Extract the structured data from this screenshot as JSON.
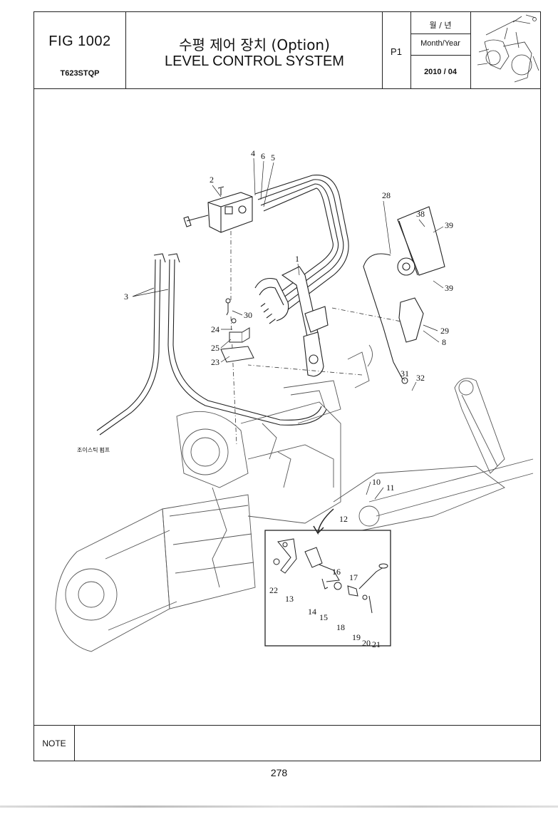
{
  "header": {
    "fig": "FIG 1002",
    "model": "T623STQP",
    "title_ko": "수평 제어 장치 (Option)",
    "title_en": "LEVEL CONTROL SYSTEM",
    "page": "P1",
    "month_year_ko": "월 / 년",
    "month_year_en": "Month/Year",
    "date": "2010 / 04"
  },
  "drawing": {
    "callouts": [
      "1",
      "2",
      "3",
      "4",
      "5",
      "6",
      "8",
      "10",
      "11",
      "12",
      "13",
      "14",
      "15",
      "16",
      "17",
      "18",
      "19",
      "20",
      "21",
      "22",
      "23",
      "24",
      "25",
      "28",
      "29",
      "30",
      "31",
      "32",
      "38",
      "39",
      "39"
    ],
    "hose_label_ko": "조이스틱 펌프"
  },
  "note": {
    "label": "NOTE"
  },
  "page_number": "278"
}
